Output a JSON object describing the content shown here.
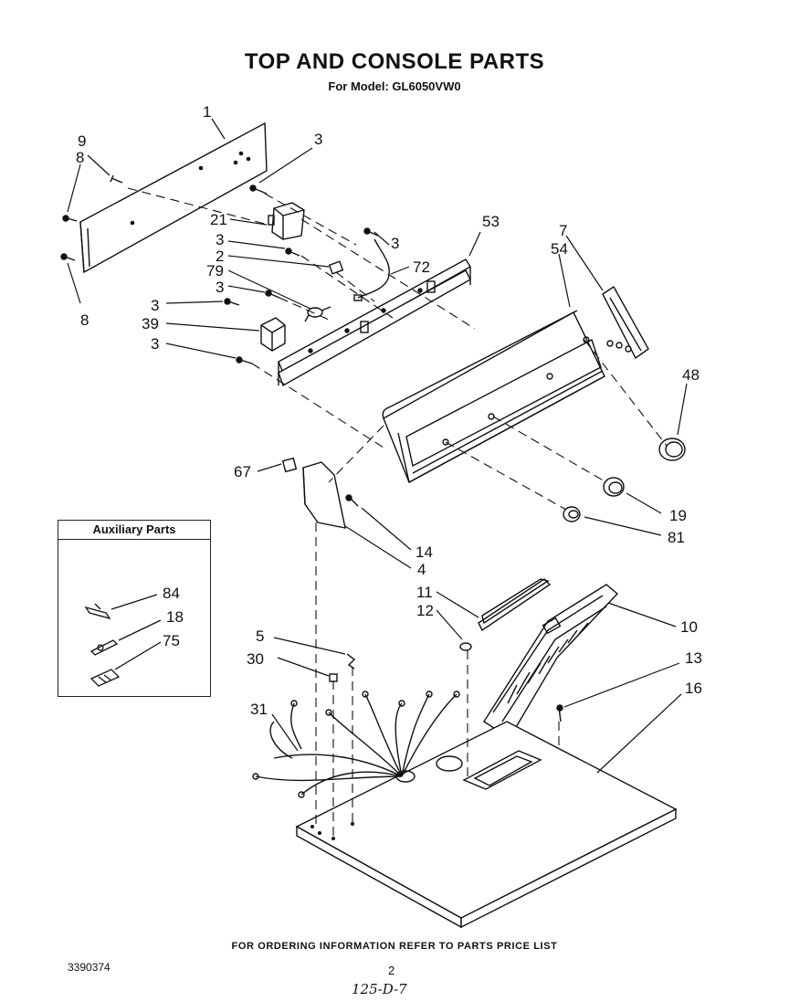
{
  "header": {
    "title": "TOP AND CONSOLE PARTS",
    "subtitle": "For Model: GL6050VW0"
  },
  "callouts": [
    "1",
    "9",
    "8",
    "3",
    "21",
    "3",
    "2",
    "53",
    "3",
    "72",
    "79",
    "3",
    "3",
    "39",
    "3",
    "7",
    "54",
    "8",
    "48",
    "67",
    "14",
    "4",
    "19",
    "81",
    "11",
    "12",
    "10",
    "5",
    "30",
    "13",
    "16",
    "31"
  ],
  "auxiliary": {
    "title": "Auxiliary  Parts",
    "callouts": [
      "84",
      "18",
      "75"
    ]
  },
  "footer": {
    "note": "FOR ORDERING INFORMATION REFER TO PARTS PRICE LIST",
    "doc_number": "3390374",
    "page": "2",
    "handwritten": "125-D-7"
  }
}
